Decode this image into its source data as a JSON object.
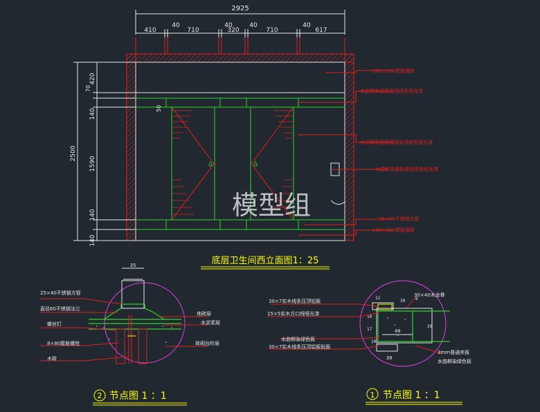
{
  "top_dims": {
    "total": "2925",
    "segments": [
      "410",
      "40",
      "710",
      "40",
      "320",
      "40",
      "710",
      "40",
      "617"
    ]
  },
  "left_dims": {
    "total": "2500",
    "segments": [
      "420",
      "70",
      "140",
      "1590",
      "140",
      "140"
    ]
  },
  "elevation_notes": [
    "260×330墙面墙砖",
    "木曲柳饰面板染浅绿色哑光漆",
    "木曲柳饰面板隔板染浅绿色哑光漆",
    "木曲柳饰面板染浅绿色哑光漆",
    "25×40不锈钢方管",
    "260×330墙面墙砖"
  ],
  "small_dim_50": "50",
  "watermark": "模型组",
  "elevation_title": "底层卫生间西立面图1：25",
  "node2": {
    "dim": "35",
    "left_labels": [
      "25×40不锈钢方管",
      "直径60不锈钢法兰",
      "螺丝钉",
      "8×80膨胀螺栓",
      "木砖"
    ],
    "right_labels": [
      "地砖层",
      "水泥浆层",
      "砖砌台阶层"
    ],
    "title_num": "2",
    "title": "节点图 1 ：1"
  },
  "node1": {
    "labels_left": [
      "30×7实木线条压顶铝板",
      "15×5实木方口线哑光漆",
      "水曲柳染绿色板",
      "30×7实木线条压顶铝板贴面"
    ],
    "label_top_right": "30×40木龙骨",
    "labels_right": [
      "3mm普通夹板",
      "水曲柳染绿色板"
    ],
    "dims": [
      "12",
      "30",
      "40",
      "10",
      "17",
      "30",
      "30",
      "8",
      "10"
    ],
    "title_num": "1",
    "title": "节点图 1 ：1"
  },
  "colors": {
    "background": "#212830",
    "white_line": "#e8e8e8",
    "red": "#e02020",
    "green": "#2bd82b",
    "yellow": "#ffff00",
    "magenta": "#e040e0",
    "orange": "#ff8c00"
  }
}
